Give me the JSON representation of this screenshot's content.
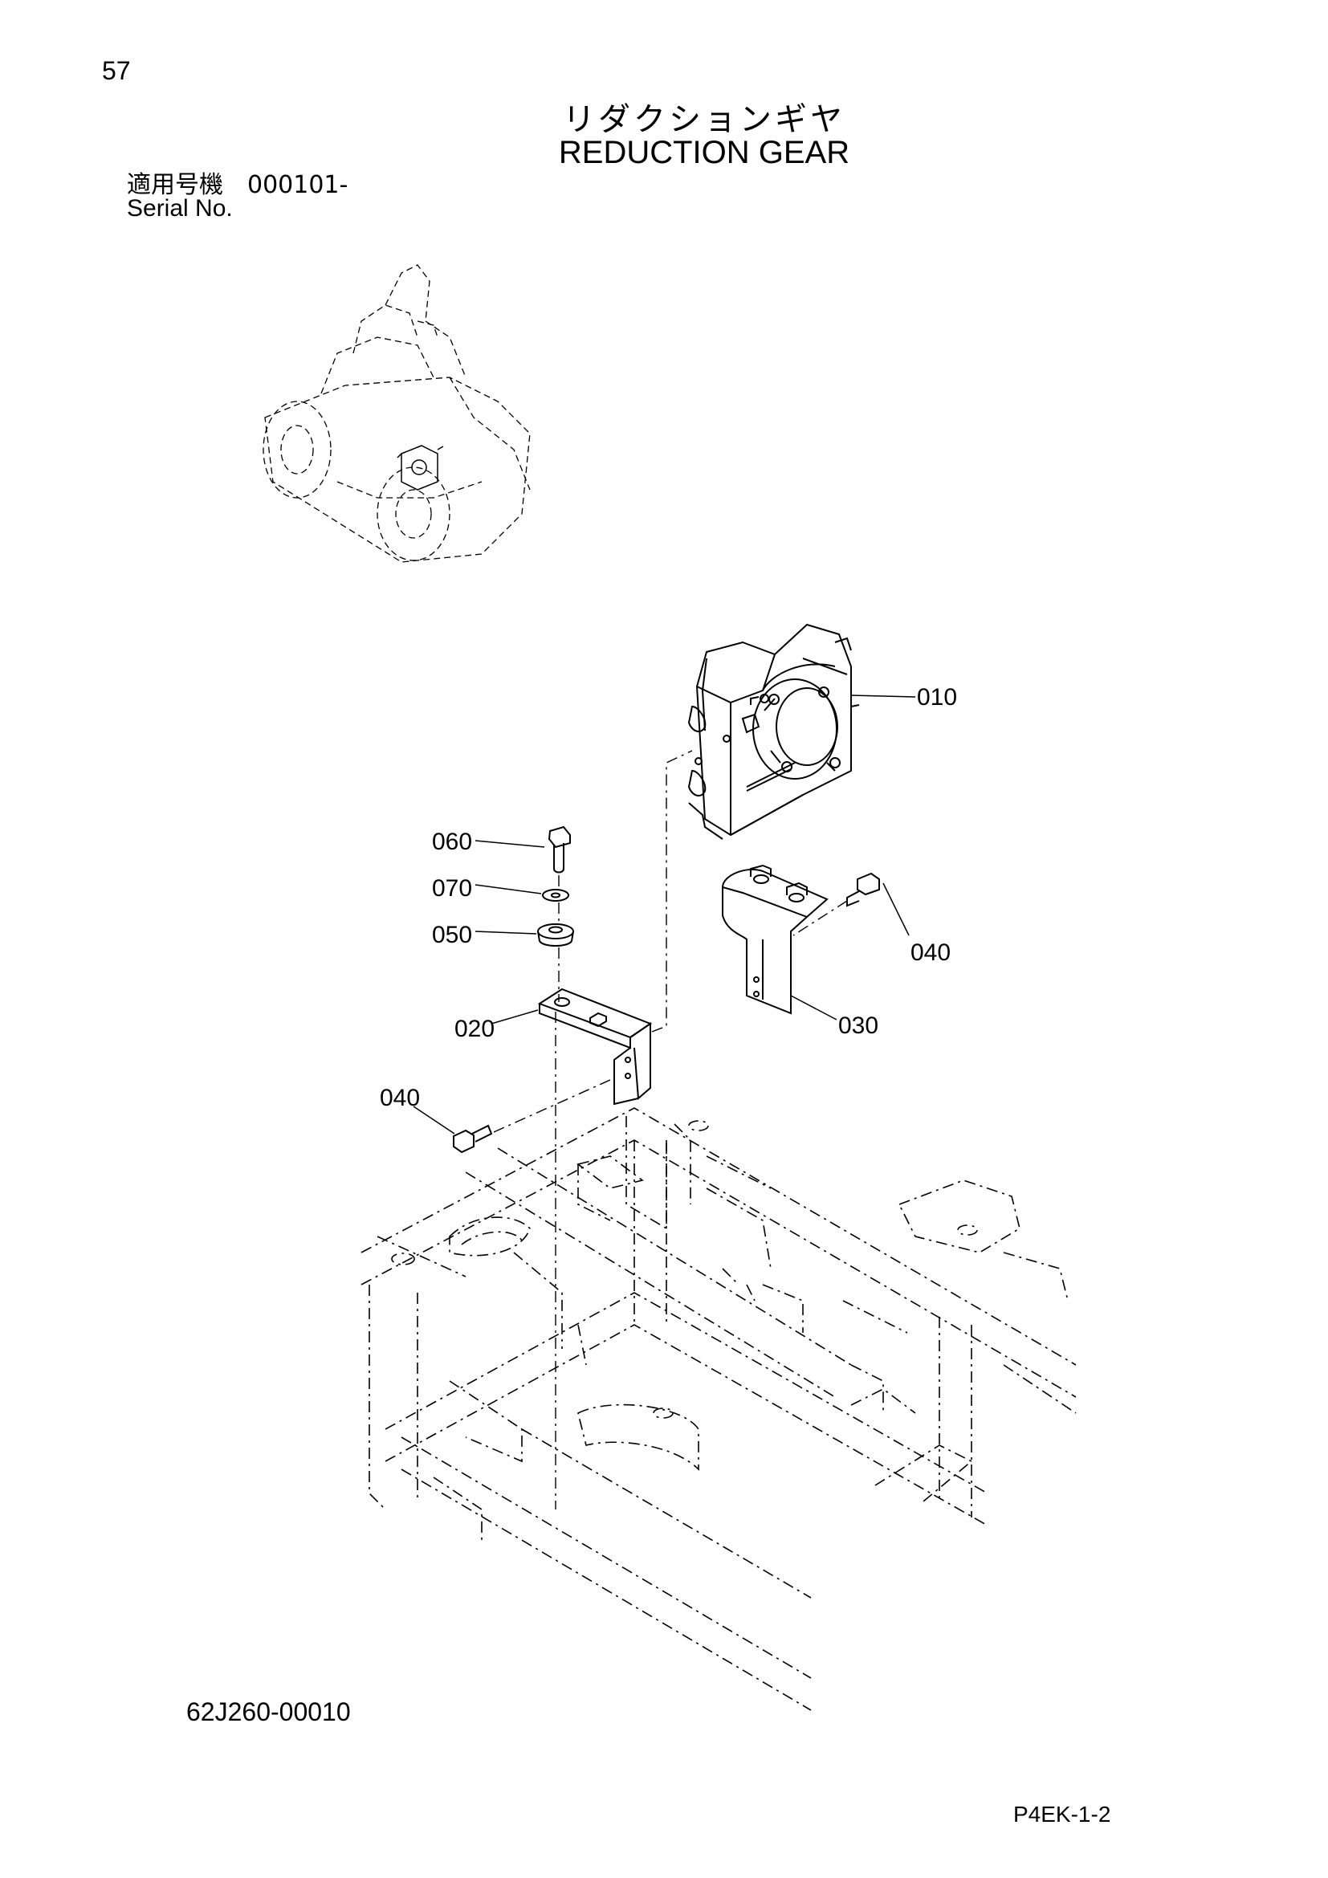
{
  "page": {
    "number": "57",
    "title_jp": "リダクションギヤ",
    "title_en": "REDUCTION GEAR",
    "serial_label_jp": "適用号機　000101-",
    "serial_label_en": "Serial No.",
    "drawing_number": "62J260-00010",
    "page_code": "P4EK-1-2"
  },
  "callouts": [
    {
      "id": "010",
      "label": "010"
    },
    {
      "id": "060",
      "label": "060"
    },
    {
      "id": "070",
      "label": "070"
    },
    {
      "id": "050",
      "label": "050"
    },
    {
      "id": "040a",
      "label": "040"
    },
    {
      "id": "030",
      "label": "030"
    },
    {
      "id": "020",
      "label": "020"
    },
    {
      "id": "040b",
      "label": "040"
    }
  ]
}
